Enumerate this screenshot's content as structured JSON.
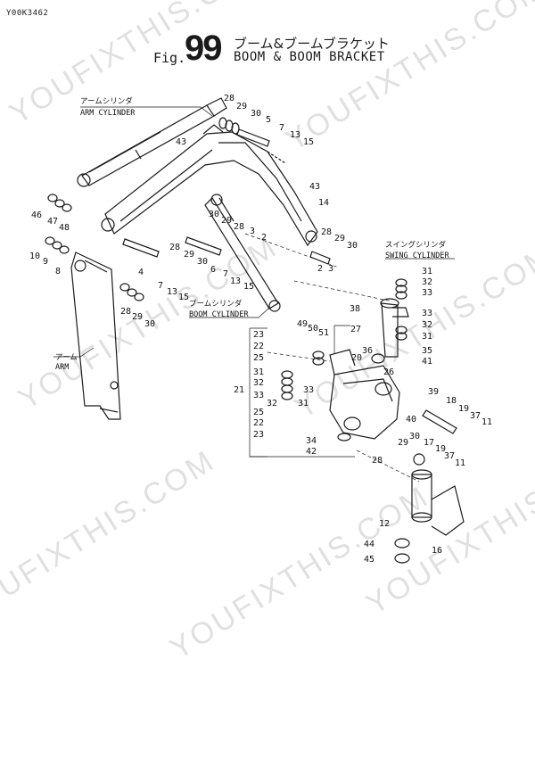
{
  "header": {
    "doc_code": "Y00K3462",
    "fig_prefix": "Fig.",
    "fig_number": "99",
    "title_jp": "ブーム&ブームブラケット",
    "title_en": "BOOM & BOOM BRACKET"
  },
  "labels": {
    "arm_cylinder_jp": "アームシリンダ",
    "arm_cylinder_en": "ARM CYLINDER",
    "swing_cylinder_jp": "スイングシリンダ",
    "swing_cylinder_en": "SWING CYLINDER",
    "boom_cylinder_jp": "ブームシリンダ",
    "boom_cylinder_en": "BOOM CYLINDER",
    "arm_jp": "アーム",
    "arm_en": "ARM"
  },
  "watermark": "YOUFIXTHIS.COM",
  "colors": {
    "ink": "#1a1a1a",
    "watermark": "#c8c8c8",
    "background": "#ffffff"
  },
  "part_numbers": [
    "28",
    "29",
    "30",
    "5",
    "7",
    "13",
    "15",
    "43",
    "43",
    "14",
    "46",
    "47",
    "48",
    "10",
    "9",
    "8",
    "30",
    "29",
    "28",
    "3",
    "2",
    "28",
    "29",
    "30",
    "2",
    "3",
    "28",
    "29",
    "30",
    "4",
    "6",
    "7",
    "13",
    "15",
    "7",
    "13",
    "15",
    "28",
    "29",
    "30",
    "31",
    "32",
    "33",
    "38",
    "33",
    "32",
    "31",
    "35",
    "41",
    "49",
    "50",
    "51",
    "27",
    "36",
    "20",
    "26",
    "23",
    "22",
    "25",
    "31",
    "32",
    "33",
    "21",
    "33",
    "25",
    "22",
    "23",
    "32",
    "31",
    "39",
    "18",
    "19",
    "37",
    "11",
    "40",
    "34",
    "42",
    "30",
    "29",
    "28",
    "17",
    "19",
    "37",
    "11",
    "12",
    "44",
    "45",
    "16"
  ]
}
